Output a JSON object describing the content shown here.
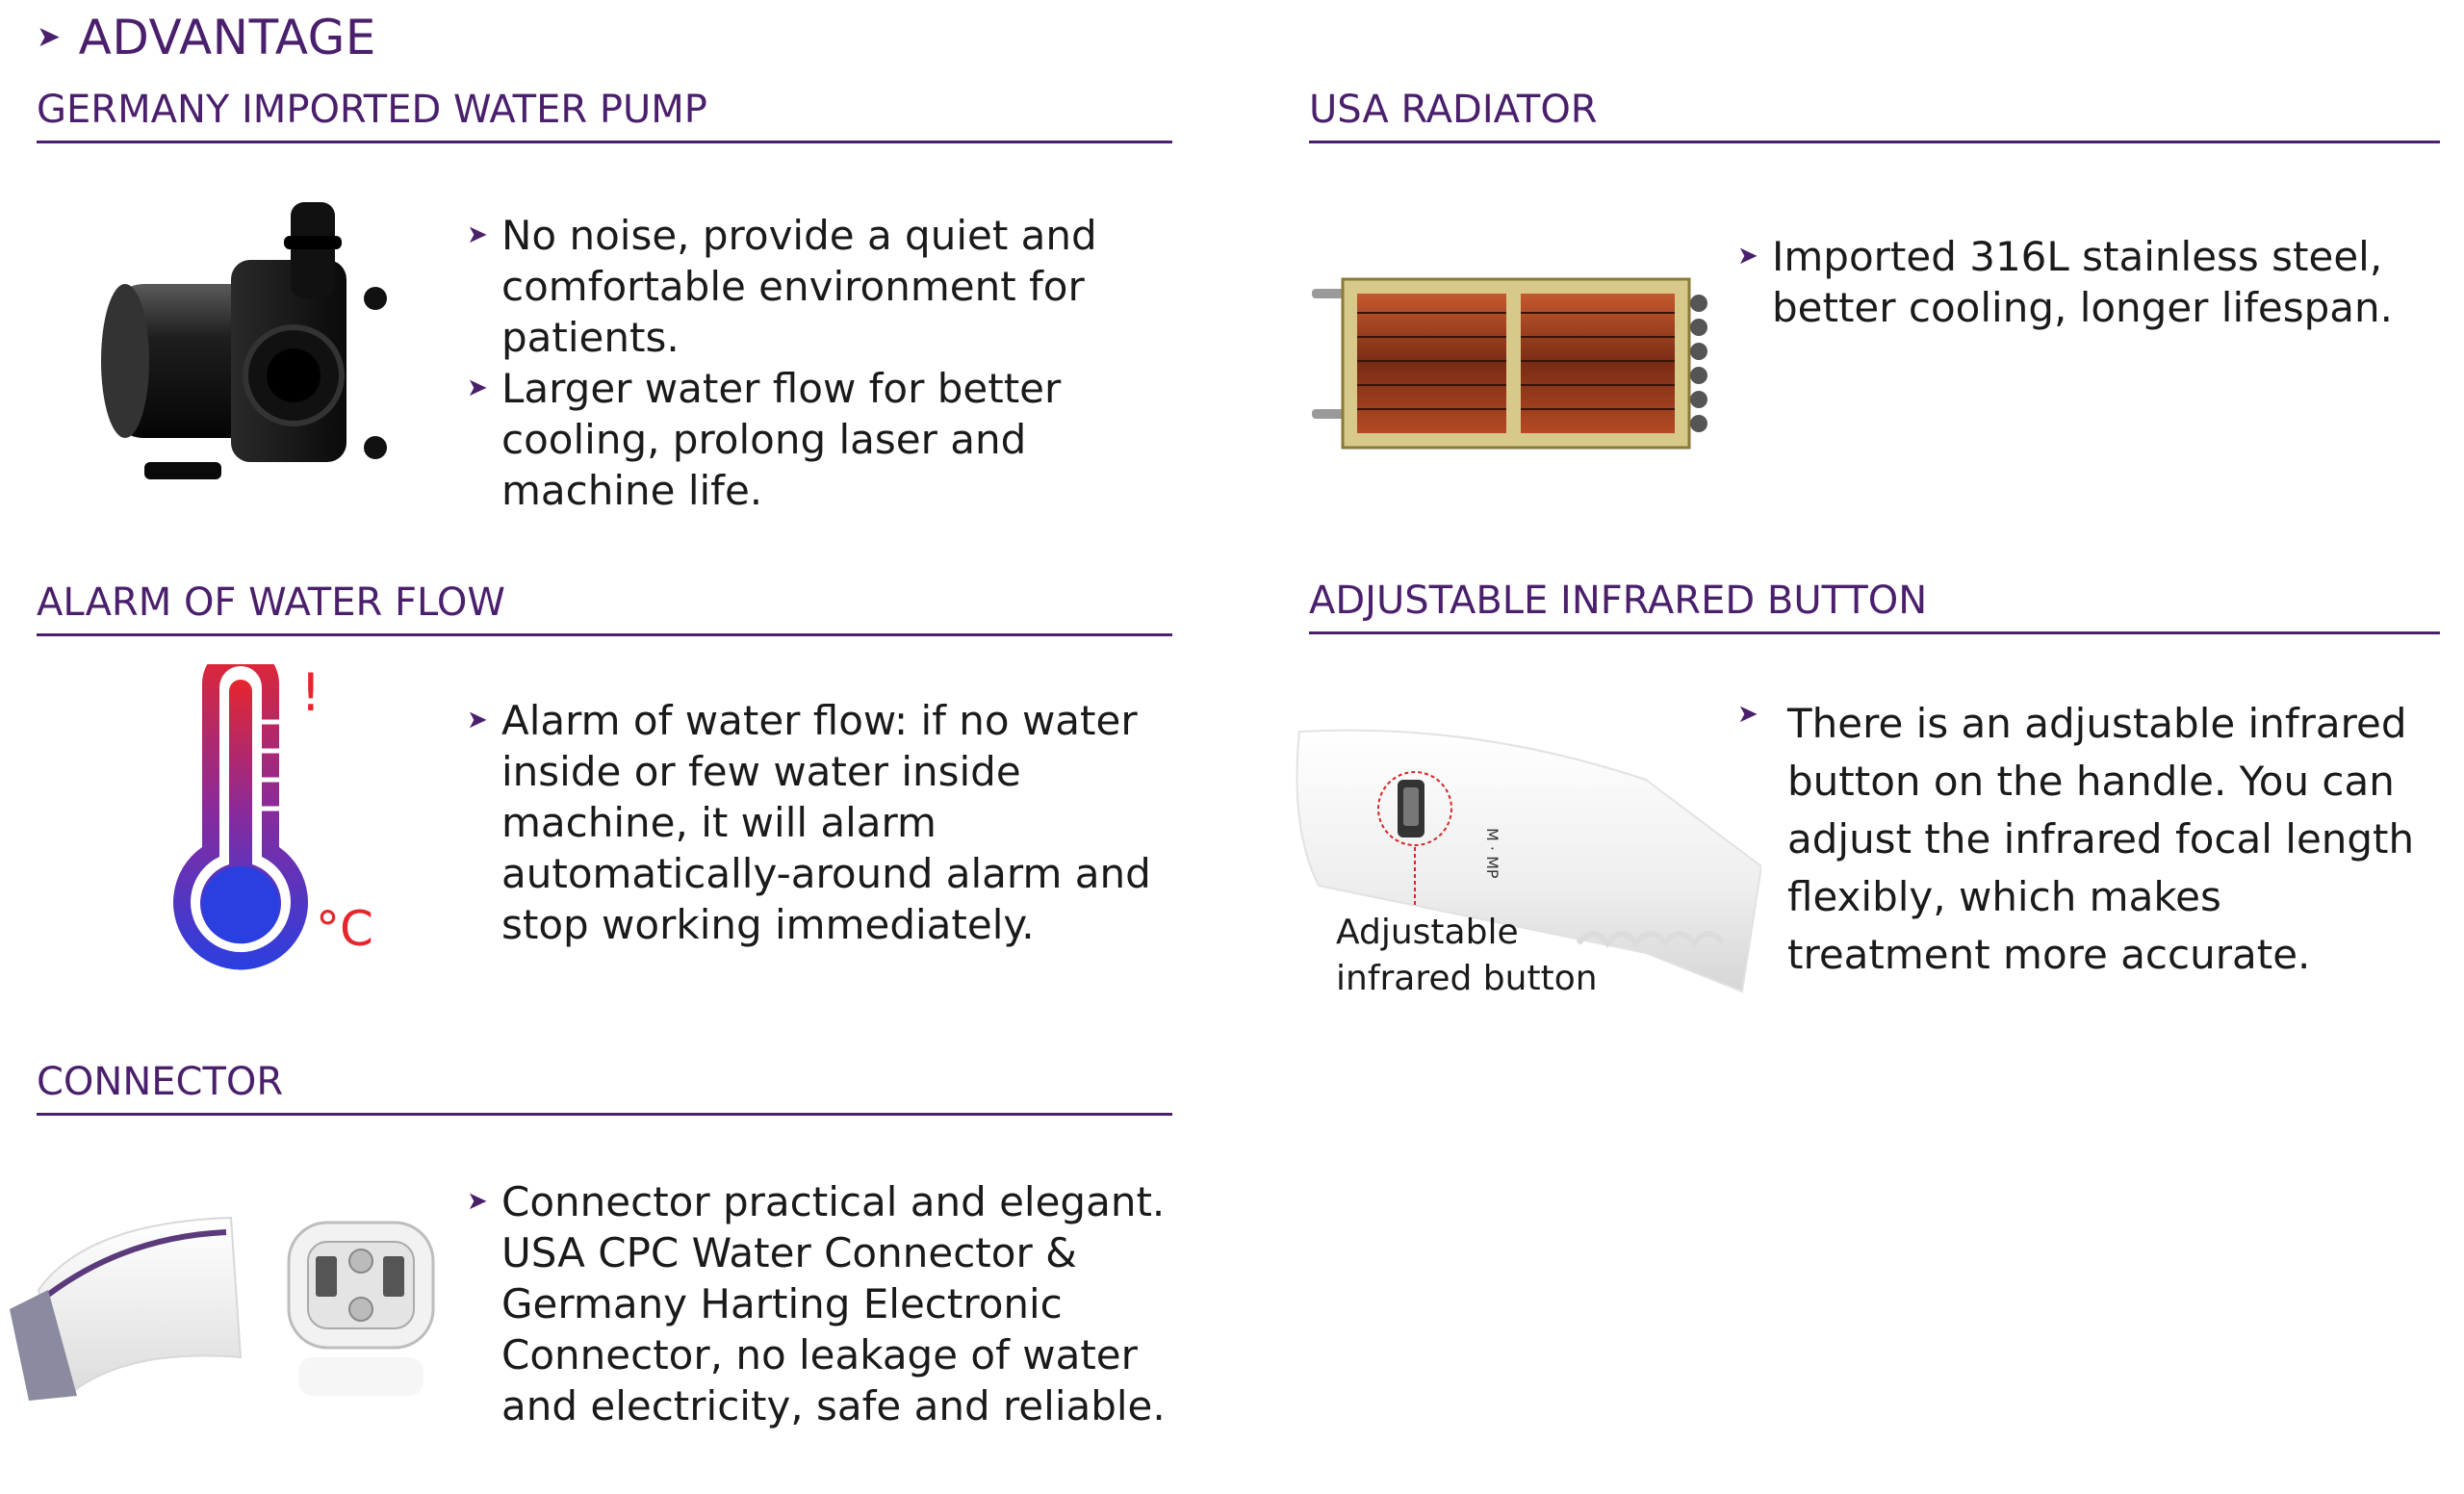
{
  "header": {
    "title": "ADVANTAGE",
    "arrow": "➤"
  },
  "sections": {
    "pump": {
      "title": "GERMANY IMPORTED WATER PUMP",
      "bullets": [
        "No noise, provide a quiet and comfortable environment for patients.",
        "Larger water flow for better cooling, prolong laser and machine life."
      ]
    },
    "radiator": {
      "title": "USA RADIATOR",
      "bullets": [
        "Imported 316L stainless steel, better cooling, longer lifespan."
      ]
    },
    "alarm": {
      "title": "ALARM OF WATER FLOW",
      "bullets": [
        "Alarm of water flow: if no water inside or few water inside machine, it will alarm automatically-around alarm and stop working immediately."
      ],
      "icon_exclaim": "!",
      "icon_unit": "°C"
    },
    "infrared": {
      "title": "ADJUSTABLE INFRARED BUTTON",
      "bullets": [
        "There is an adjustable infrared button on the handle. You can adjust the infrared focal length flexibly, which makes treatment more accurate."
      ],
      "caption_line1": "Adjustable",
      "caption_line2": "infrared button",
      "handle_mark": "M · MP"
    },
    "connector": {
      "title": "CONNECTOR",
      "bullets": [
        "Connector practical and elegant. USA CPC Water Connector & Germany Harting Electronic Connector, no leakage of water and electricity, safe and reliable."
      ]
    }
  },
  "colors": {
    "accent": "#4a1f6b",
    "alarm_red": "#e6262d",
    "alarm_blue": "#2a3fe0"
  }
}
